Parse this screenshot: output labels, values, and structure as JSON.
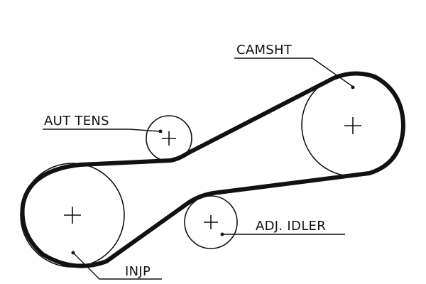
{
  "diagram": {
    "labels": {
      "camshaft": "CAMSHT",
      "auto_tensioner": "AUT TENS",
      "adjustable_idler": "ADJ. IDLER",
      "injection_pump": "INJP"
    },
    "line_color": "#111111",
    "background_color": "#ffffff"
  }
}
